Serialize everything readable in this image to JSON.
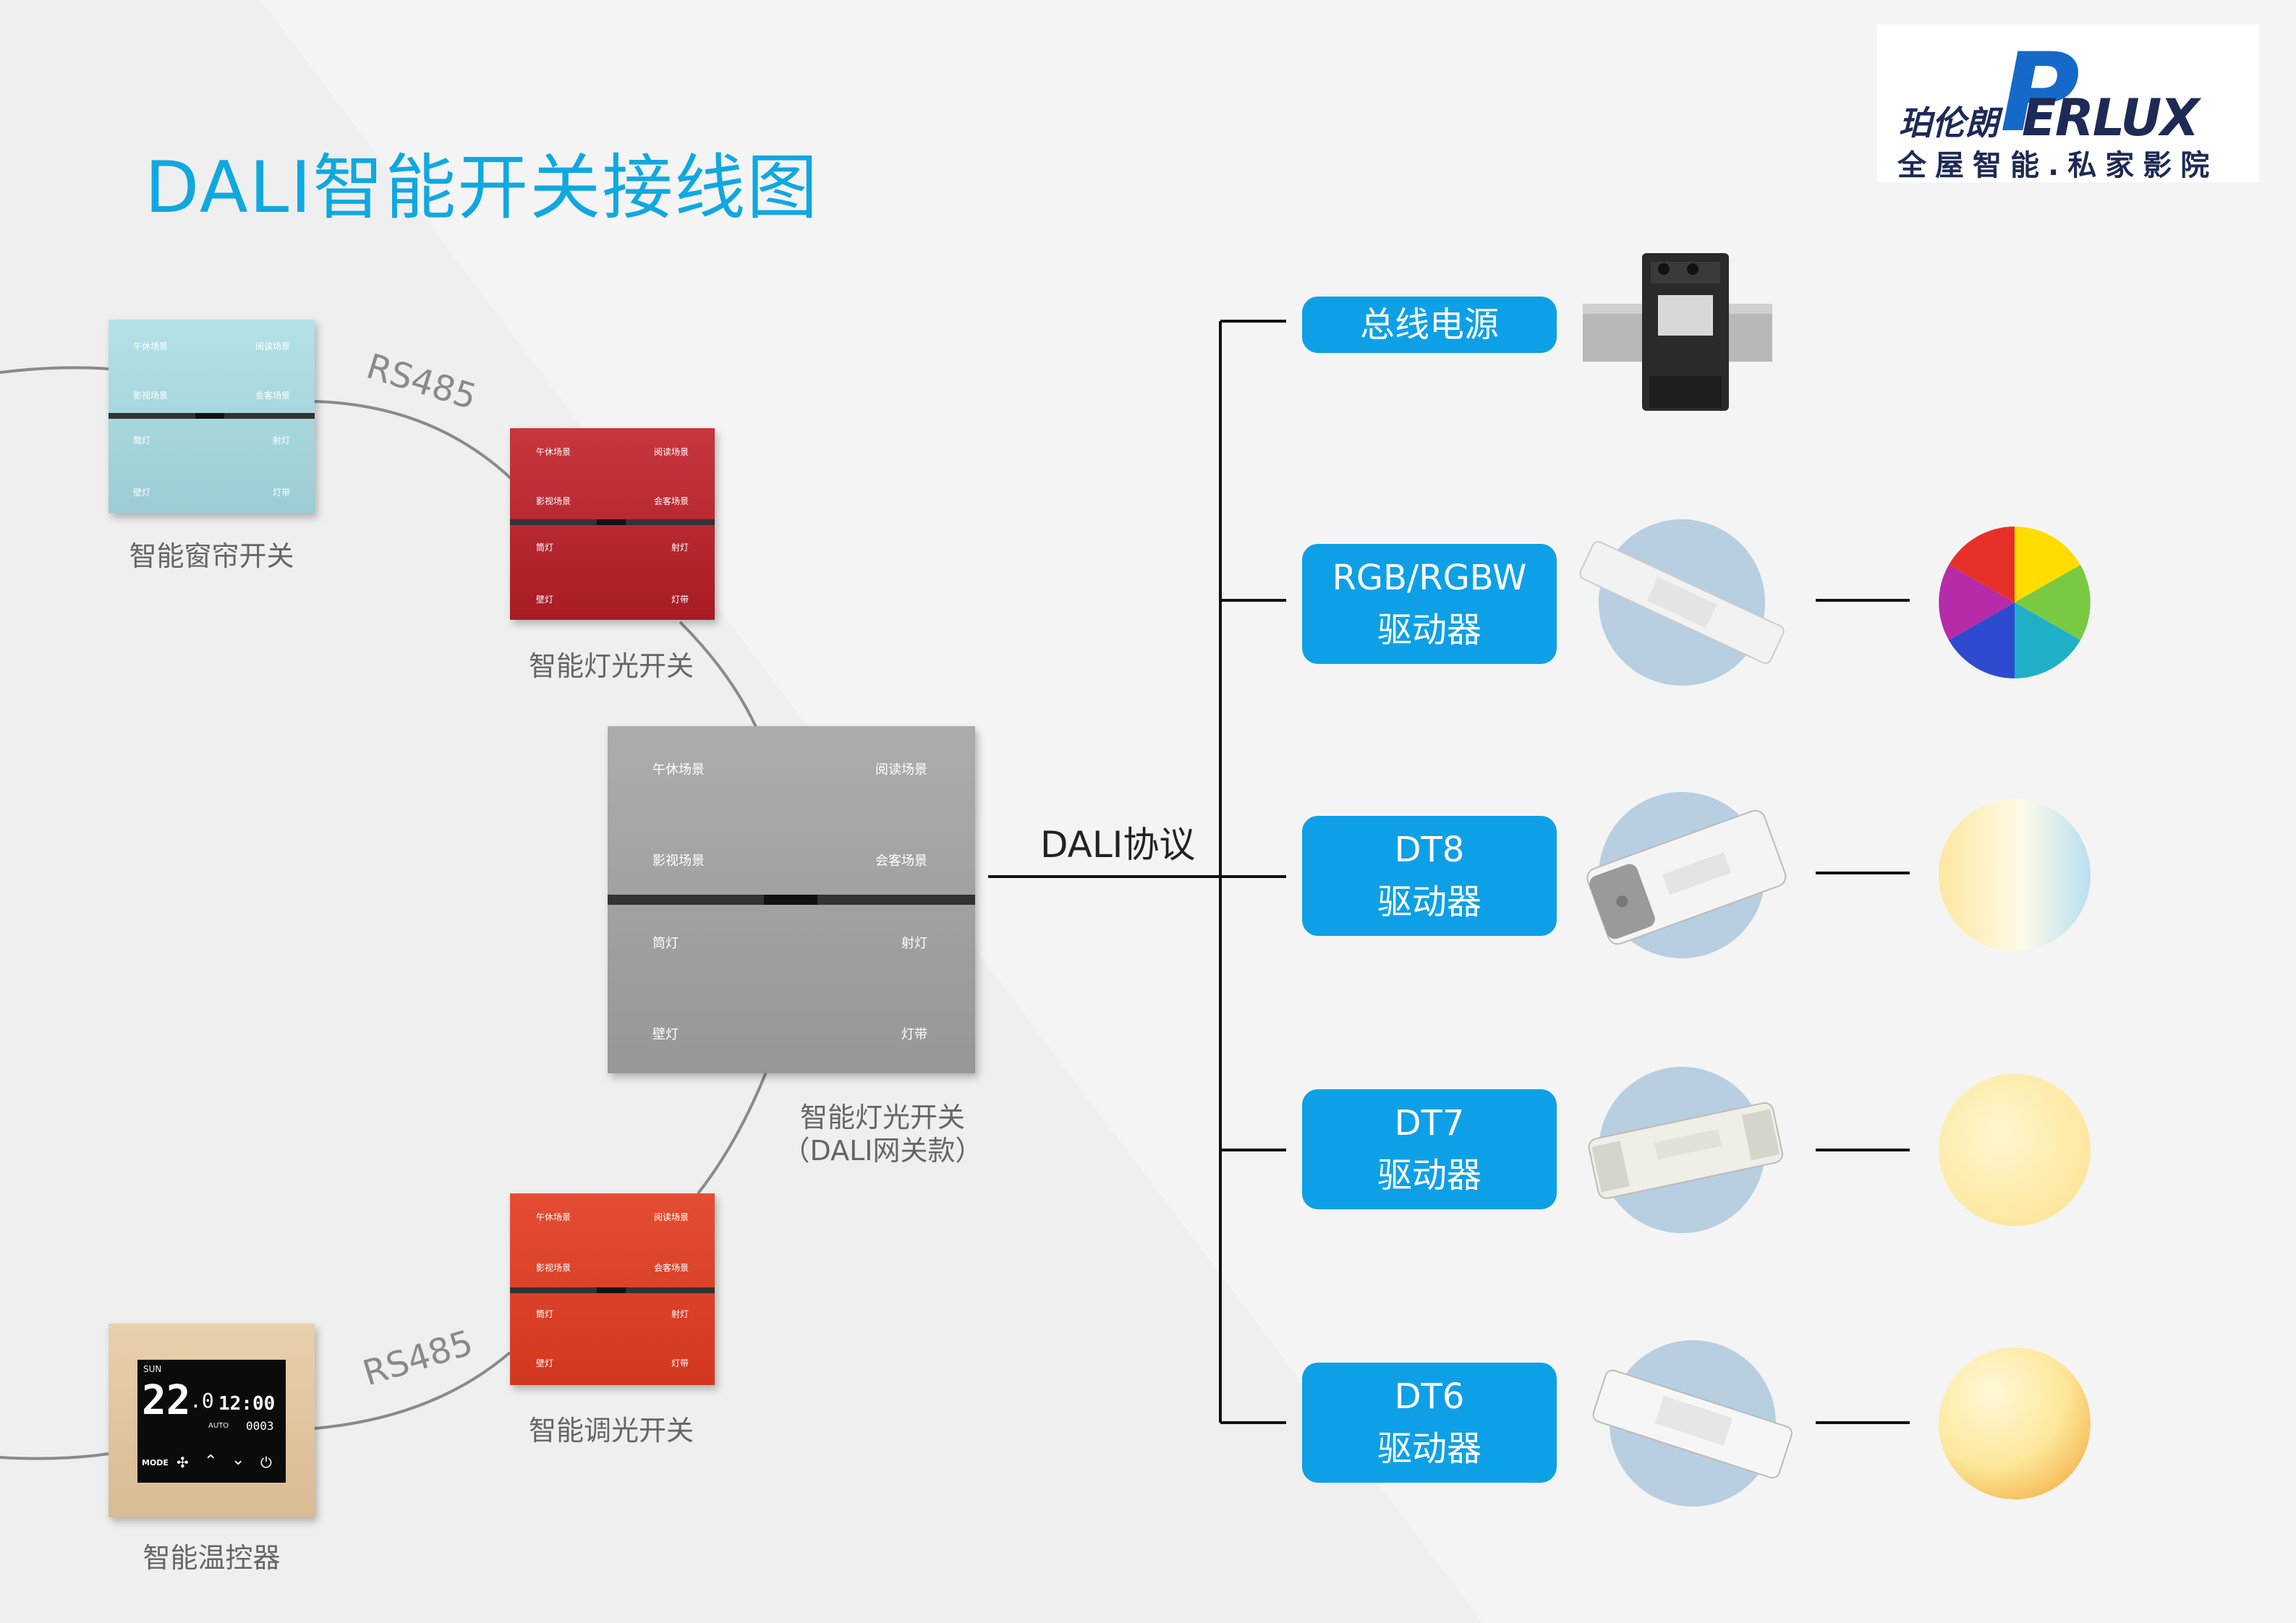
{
  "title": "DALI智能开关接线图",
  "logo": {
    "brand_cn": "珀伦朗",
    "brand_en": "ERLUX",
    "brand_initial": "P",
    "slogan": "全屋智能.私家影院"
  },
  "protocol_label": "DALI协议",
  "rs485_top": "RS485",
  "rs485_bottom": "RS485",
  "devices": {
    "curtain": {
      "caption": "智能窗帘开关",
      "buttons": [
        "午休场景",
        "阅读场景",
        "影视场景",
        "会客场景",
        "筒灯",
        "射灯",
        "壁灯",
        "灯带"
      ]
    },
    "light": {
      "caption": "智能灯光开关",
      "buttons": [
        "午休场景",
        "阅读场景",
        "影视场景",
        "会客场景",
        "筒灯",
        "射灯",
        "壁灯",
        "灯带"
      ]
    },
    "gateway": {
      "caption_line1": "智能灯光开关",
      "caption_line2": "（DALI网关款）",
      "buttons": [
        "午休场景",
        "阅读场景",
        "影视场景",
        "会客场景",
        "筒灯",
        "射灯",
        "壁灯",
        "灯带"
      ]
    },
    "dimmer": {
      "caption": "智能调光开关",
      "buttons": [
        "午休场景",
        "阅读场景",
        "影视场景",
        "会客场景",
        "筒灯",
        "射灯",
        "壁灯",
        "灯带"
      ]
    },
    "thermostat": {
      "caption": "智能温控器",
      "temp": "22",
      "temp_decimal": ".0",
      "time": "12:00",
      "day": "SUN",
      "mode_label": "MODE",
      "auto_label": "AUTO",
      "counter": "0003"
    }
  },
  "drivers": [
    {
      "line1": "总线电源",
      "line2": ""
    },
    {
      "line1": "RGB/RGBW",
      "line2": "驱动器"
    },
    {
      "line1": "DT8",
      "line2": "驱动器"
    },
    {
      "line1": "DT7",
      "line2": "驱动器"
    },
    {
      "line1": "DT6",
      "line2": "驱动器"
    }
  ],
  "colors": {
    "title": "#10a8e0",
    "button_blue": "#0ea0e6",
    "curtain_panel": "#a6d9df",
    "light_panel": "#b3232b",
    "gateway_panel": "#a3a3a3",
    "dimmer_panel": "#d9432b",
    "thermostat_panel": "#e2c8a4"
  }
}
